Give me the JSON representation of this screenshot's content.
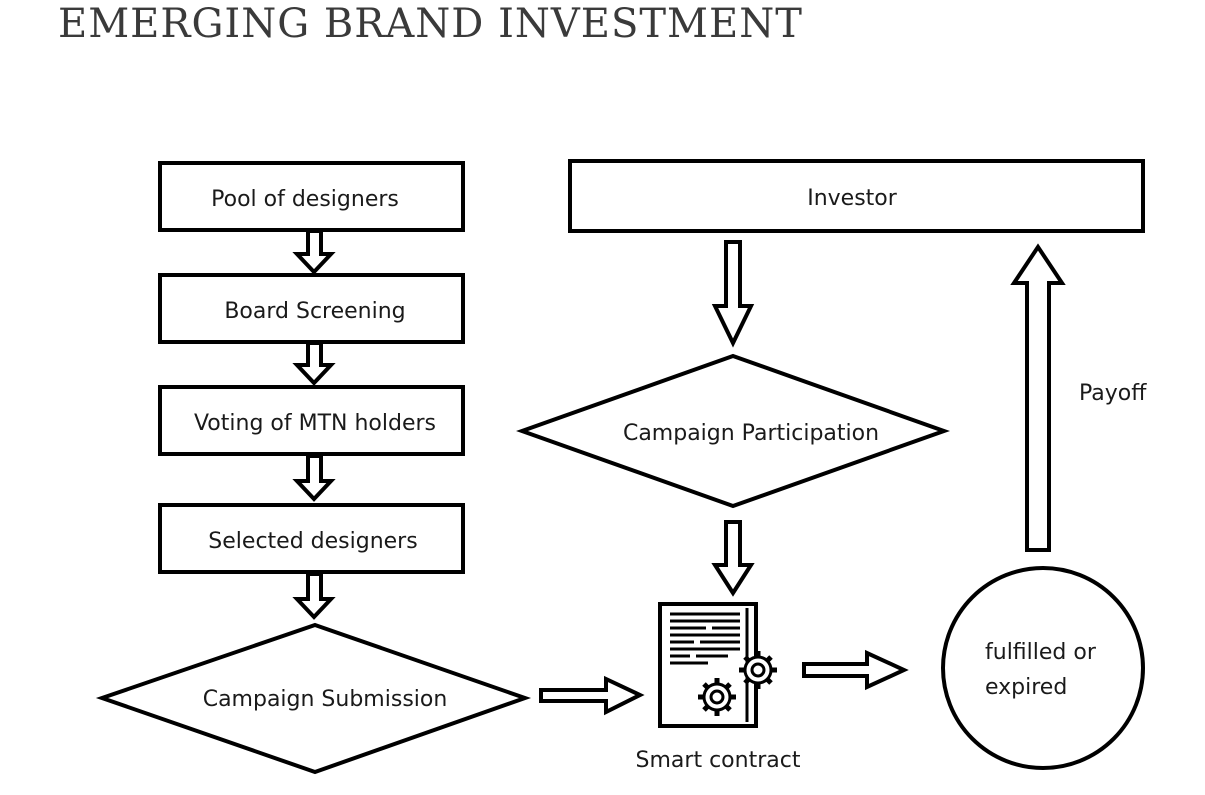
{
  "title": "EMERGING BRAND INVESTMENT",
  "nodes": {
    "pool_of_designers": "Pool of designers",
    "board_screening": "Board Screening",
    "voting": "Voting of MTN holders",
    "selected_designers": "Selected designers",
    "campaign_submission": "Campaign Submission",
    "investor": "Investor",
    "campaign_participation": "Campaign Participation",
    "smart_contract": "Smart contract",
    "outcome_line1": "fulfilled or",
    "outcome_line2": "expired"
  },
  "edge_labels": {
    "payoff": "Payoff"
  },
  "colors": {
    "stroke": "#000000",
    "text": "#1a1a1a",
    "title": "#3a3a3a"
  }
}
